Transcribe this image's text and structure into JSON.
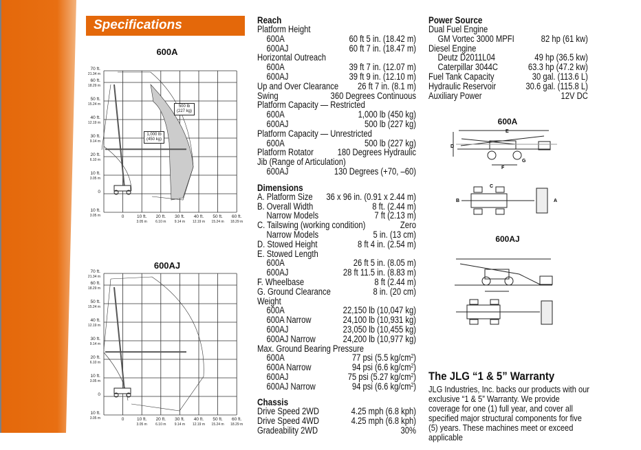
{
  "header": {
    "title": "Specifications"
  },
  "colors": {
    "orange": "#e4680a"
  },
  "charts": [
    {
      "title": "600A",
      "envelope_labels": [
        {
          "l1": "500 lb",
          "l2": "(227 kg)"
        },
        {
          "l1": "1,000 lb",
          "l2": "(450 kg)"
        }
      ]
    },
    {
      "title": "600AJ",
      "envelope_labels": []
    }
  ],
  "axis": {
    "y": [
      {
        "ft": "70 ft.",
        "m": "21.34 m"
      },
      {
        "ft": "60 ft.",
        "m": "18.29 m"
      },
      {
        "ft": "50 ft.",
        "m": "15.24 m"
      },
      {
        "ft": "40 ft.",
        "m": "12.19 m"
      },
      {
        "ft": "30 ft.",
        "m": "9.14 m"
      },
      {
        "ft": "20 ft.",
        "m": "6.10 m"
      },
      {
        "ft": "10 ft.",
        "m": "3.05 m"
      },
      {
        "ft": "0",
        "m": ""
      },
      {
        "ft": "10 ft.",
        "m": "3.05 m"
      }
    ],
    "x": [
      {
        "ft": "0",
        "m": ""
      },
      {
        "ft": "10 ft.",
        "m": "3.05 m"
      },
      {
        "ft": "20 ft.",
        "m": "6.10 m"
      },
      {
        "ft": "30 ft.",
        "m": "9.14 m"
      },
      {
        "ft": "40 ft.",
        "m": "12.19 m"
      },
      {
        "ft": "50 ft.",
        "m": "15.24 m"
      },
      {
        "ft": "60 ft.",
        "m": "18.29 m"
      }
    ]
  },
  "middle": [
    {
      "heading": "Reach",
      "rows": [
        {
          "label": "Platform Height",
          "value": ""
        },
        {
          "label": "600A",
          "value": "60 ft 5 in. (18.42 m)",
          "indent": true
        },
        {
          "label": "600AJ",
          "value": "60 ft 7 in. (18.47 m)",
          "indent": true
        },
        {
          "label": "Horizontal Outreach",
          "value": ""
        },
        {
          "label": "600A",
          "value": "39 ft 7 in. (12.07 m)",
          "indent": true
        },
        {
          "label": "600AJ",
          "value": "39 ft 9 in. (12.10 m)",
          "indent": true
        },
        {
          "label": "Up and Over Clearance",
          "value": "26 ft 7 in. (8.1 m)"
        },
        {
          "label": "Swing",
          "value": "360 Degrees Continuous"
        },
        {
          "label": "Platform Capacity — Restricted",
          "value": ""
        },
        {
          "label": "600A",
          "value": "1,000 lb (450 kg)",
          "indent": true
        },
        {
          "label": "600AJ",
          "value": "500 lb (227 kg)",
          "indent": true
        },
        {
          "label": "Platform Capacity — Unrestricted",
          "value": ""
        },
        {
          "label": "600A",
          "value": "500 lb (227 kg)",
          "indent": true
        },
        {
          "label": "Platform Rotator",
          "value": "180 Degrees Hydraulic"
        },
        {
          "label": "Jib (Range of Articulation)",
          "value": ""
        },
        {
          "label": "600AJ",
          "value": "130 Degrees (+70, –60)",
          "indent": true
        }
      ]
    },
    {
      "heading": "Dimensions",
      "rows": [
        {
          "label": "A. Platform Size",
          "value": "36 x 96 in. (0.91 x 2.44 m)"
        },
        {
          "label": "B. Overall Width",
          "value": "8 ft.  (2.44 m)"
        },
        {
          "label": "Narrow Models",
          "value": "7 ft (2.13 m)",
          "indent": true
        },
        {
          "label": "C. Tailswing (working condition)",
          "value": "Zero"
        },
        {
          "label": "Narrow Models",
          "value": "5 in. (13 cm)",
          "indent": true
        },
        {
          "label": "D. Stowed Height",
          "value": "8 ft 4 in. (2.54 m)"
        },
        {
          "label": "E. Stowed Length",
          "value": ""
        },
        {
          "label": "600A",
          "value": "26 ft 5 in. (8.05 m)",
          "indent": true
        },
        {
          "label": "600AJ",
          "value": "28 ft 11.5 in. (8.83 m)",
          "indent": true
        },
        {
          "label": "F. Wheelbase",
          "value": "8 ft  (2.44 m)"
        },
        {
          "label": "G. Ground Clearance",
          "value": "8 in. (20 cm)"
        },
        {
          "label": "Weight",
          "value": ""
        },
        {
          "label": "600A",
          "value": "22,150 lb (10,047 kg)",
          "indent": true
        },
        {
          "label": "600A Narrow",
          "value": "24,100 lb (10,931 kg)",
          "indent": true
        },
        {
          "label": "600AJ",
          "value": "23,050 lb (10,455 kg)",
          "indent": true
        },
        {
          "label": "600AJ Narrow",
          "value": "24,200 lb (10,977 kg)",
          "indent": true
        },
        {
          "label": "Max. Ground Bearing Pressure",
          "value": ""
        },
        {
          "label": "600A",
          "value": "77 psi (5.5 kg/cm²)",
          "indent": true
        },
        {
          "label": "600A Narrow",
          "value": "94 psi (6.6 kg/cm²)",
          "indent": true
        },
        {
          "label": "600AJ",
          "value": "75 psi (5.27 kg/cm²)",
          "indent": true
        },
        {
          "label": "600AJ Narrow",
          "value": "94 psi (6.6 kg/cm²)",
          "indent": true
        }
      ]
    },
    {
      "heading": "Chassis",
      "rows": [
        {
          "label": "Drive Speed 2WD",
          "value": "4.25 mph (6.8 kph)"
        },
        {
          "label": "Drive Speed 4WD",
          "value": "4.25 mph (6.8 kph)"
        },
        {
          "label": "Gradeability 2WD",
          "value": "30%"
        }
      ]
    }
  ],
  "right": [
    {
      "heading": "Power Source",
      "rows": [
        {
          "label": "Dual Fuel Engine",
          "value": ""
        },
        {
          "label": "GM Vortec 3000 MPFI",
          "value": "82 hp (61 kw)",
          "indent": true
        },
        {
          "label": "Diesel Engine",
          "value": ""
        },
        {
          "label": "Deutz D2011L04",
          "value": "49 hp (36.5 kw)",
          "indent": true
        },
        {
          "label": "Caterpillar 3044C",
          "value": "63.3 hp (47.2 kw)",
          "indent": true
        },
        {
          "label": "Fuel Tank Capacity",
          "value": "30 gal. (113.6 L)"
        },
        {
          "label": "Hydraulic Reservoir",
          "value": "30.6 gal. (115.8 L)"
        },
        {
          "label": "Auxiliary Power",
          "value": "12V DC"
        }
      ]
    }
  ],
  "diagrams": [
    {
      "title": "600A"
    },
    {
      "title": "600AJ"
    }
  ],
  "dim_letters": {
    "a": "A",
    "b": "B",
    "c": "C",
    "d": "D",
    "e": "E",
    "f": "F",
    "g": "G"
  },
  "warranty": {
    "heading": "The JLG “1 & 5” Warranty",
    "body": "JLG Industries, Inc. backs our products with our exclusive “1 & 5” Warranty. We provide coverage for one (1) full year, and cover all specified major structural components for five (5) years. These machines meet or exceed applicable"
  }
}
